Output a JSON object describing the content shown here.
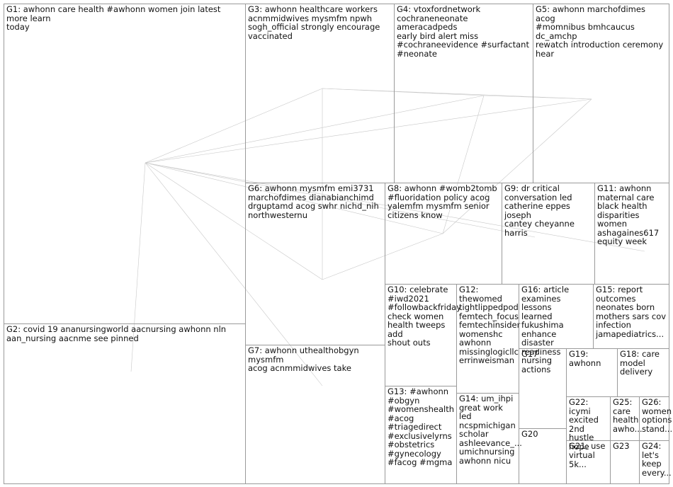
{
  "groups": {
    "g1": "G1: awhonn care health #awhonn women join latest more learn\ntoday",
    "g2": "G2: covid 19 ananursingworld aacnursing awhonn nln\naan_nursing aacnme see pinned",
    "g3": "G3: awhonn healthcare workers\nacnmmidwives mysmfm npwh\nsogh_official strongly encourage\nvaccinated",
    "g4": "G4: vtoxfordnetwork\ncochraneneonate ameracadpeds\nearly bird alert miss\n#cochraneevidence #surfactant\n#neonate",
    "g5": "G5: awhonn marchofdimes acog\n#momnibus bmhcaucus dc_amchp\nrewatch introduction ceremony\nhear",
    "g6": "G6: awhonn mysmfm emi3731\nmarchofdimes dianabianchimd\ndrguptamd acog swhr nichd_nih\nnorthwesternu",
    "g7": "G7: awhonn uthealthobgyn mysmfm\nacog acnmmidwives take",
    "g8": "G8: awhonn #womb2tomb\n#fluoridation policy acog\nyalemfm mysmfm senior\ncitizens know",
    "g9": "G9: dr critical\nconversation led\ncatherine eppes joseph\ncantey cheyanne harris",
    "g10": "G10: celebrate\n#iwd2021\n#followbackfriday\ncheck women\nhealth tweeps add\nshout outs",
    "g11": "G11: awhonn\nmaternal care\nblack health\ndisparities women\nashagaines617\nequity week",
    "g12": "G12: thewomed\ntightlippedpod\nfemtech_focus\nfemtechinsider\nwomenshc\nawhonn\nmissinglogicllc\nerrinweisman",
    "g13": "G13: #awhonn\n#obgyn\n#womenshealth\n#acog\n#triagedirect\n#exclusivelyrns\n#obstetrics\n#gynecology\n#facog #mgma",
    "g14": "G14: um_ihpi\ngreat work led\nncspmichigan\nscholar\nashleevance_...\numichnursing\nawhonn nicu",
    "g15": "G15: report\noutcomes\nneonates born\nmothers sars cov\ninfection\njamapediatrics...",
    "g16": "G16: article\nexamines lessons\nlearned fukushima\nenhance disaster\nreadiness nursing\nactions",
    "g17": "G17",
    "g18": "G18: care\nmodel\ndelivery",
    "g19": "G19: awhonn",
    "g20": "G20",
    "g21": "G21: use",
    "g22": "G22: icymi\nexcited 2nd\nhustle hope\nvirtual 5k...",
    "g23": "G23",
    "g24": "G24:\nlet's\nkeep\nevery...",
    "g25": "G25:\ncare\nhealth\nawho...",
    "g26": "G26:\nwomen\noptions\nstand..."
  }
}
